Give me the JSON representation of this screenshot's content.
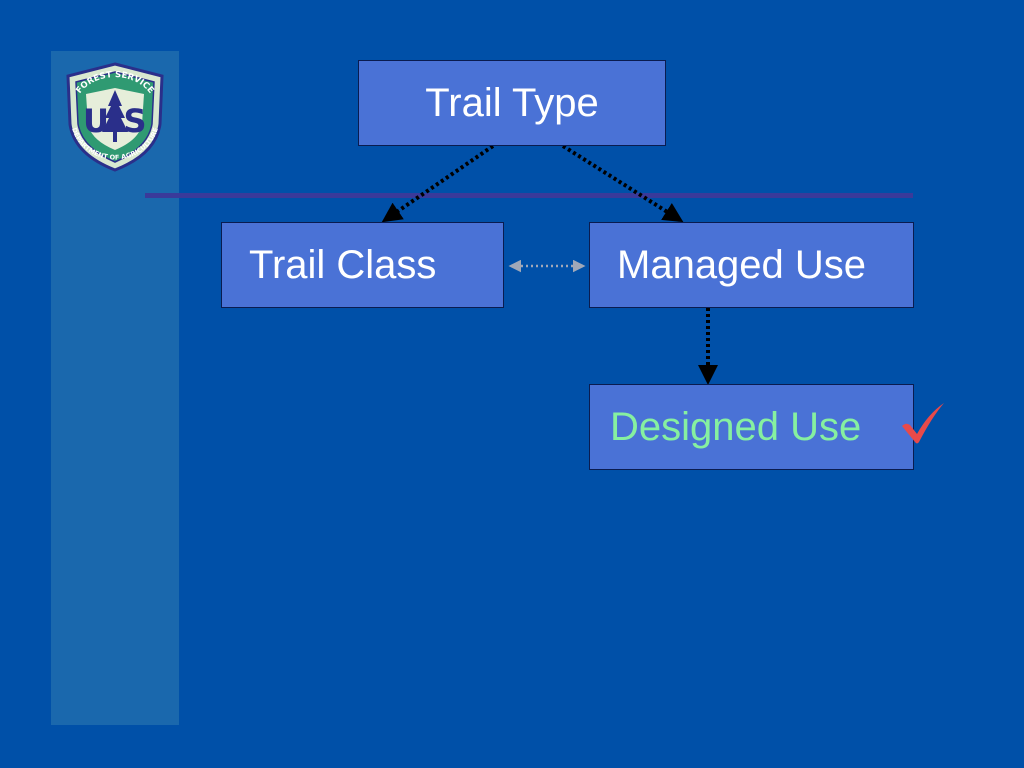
{
  "logo": {
    "top_text": "FOREST SERVICE",
    "bottom_text": "DEPARTMENT OF AGRICULTURE",
    "letter_left": "U",
    "letter_right": "S"
  },
  "nodes": {
    "trail_type": "Trail Type",
    "trail_class": "Trail Class",
    "managed_use": "Managed Use",
    "designed_use": "Designed Use"
  },
  "icons": {
    "check": "checkmark-icon",
    "logo": "forest-service-shield-icon"
  },
  "colors": {
    "background": "#0050a8",
    "node_fill": "#4a72d6",
    "designed_use_text": "#86f0a0",
    "check": "#e84a4a",
    "divider": "#3a3a9a"
  }
}
